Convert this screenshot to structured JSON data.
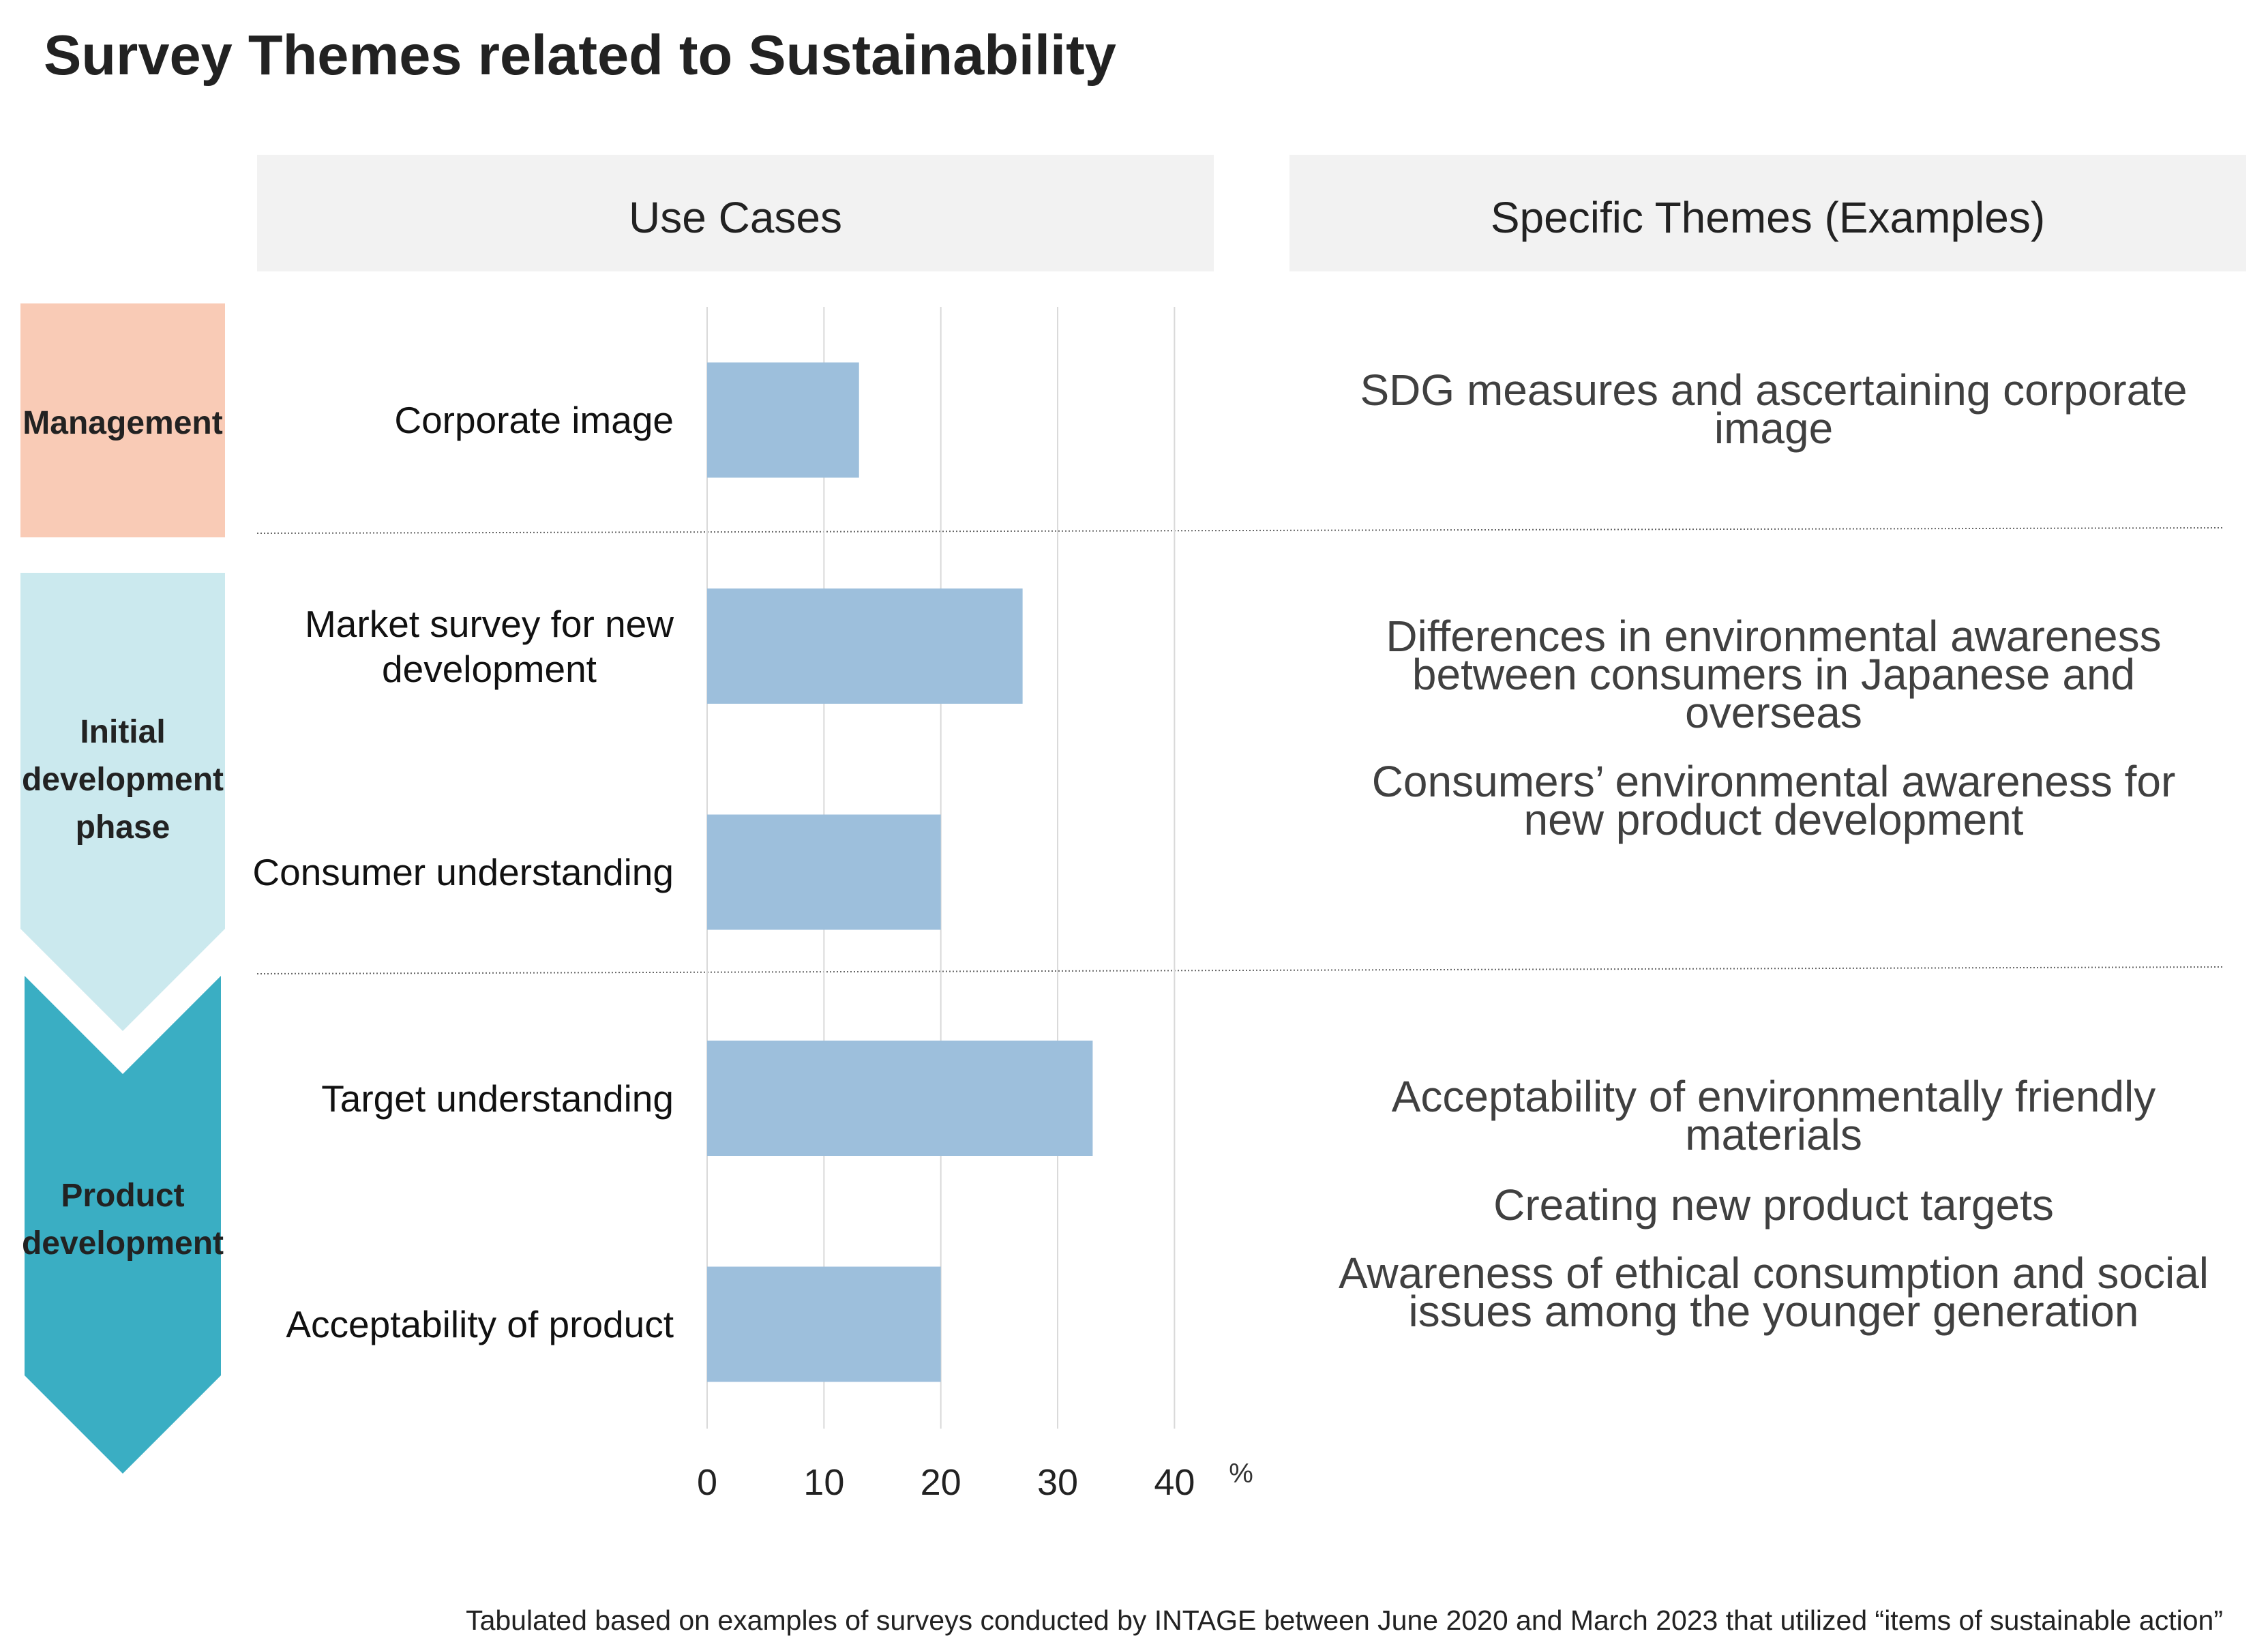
{
  "page": {
    "title": "Survey Themes related to Sustainability",
    "footnote": "Tabulated based on examples of surveys conducted by INTAGE between June 2020 and March 2023 that utilized “items of sustainable action”"
  },
  "columns": {
    "use_cases": "Use Cases",
    "themes": "Specific Themes (Examples)"
  },
  "phases": [
    {
      "label": "Management",
      "color": "#f9cbb6"
    },
    {
      "label": "Initial\ndevelopment\nphase",
      "color": "#cbe9ee"
    },
    {
      "label": "Product\ndevelopment",
      "color": "#3aaec3"
    }
  ],
  "theme_groups": [
    [
      "SDG measures and ascertaining corporate\nimage"
    ],
    [
      "Differences in environmental awareness\nbetween consumers in Japanese and\noverseas",
      "Consumers’ environmental awareness for\nnew product development"
    ],
    [
      "Acceptability of environmentally friendly\nmaterials",
      "Creating new product targets",
      "Awareness of ethical consumption and social\nissues among the younger generation"
    ]
  ],
  "chart_data": {
    "type": "bar",
    "orientation": "horizontal",
    "categories": [
      "Corporate image",
      "Market survey for new\ndevelopment",
      "Consumer understanding",
      "Target understanding",
      "Acceptability of product"
    ],
    "values": [
      13,
      27,
      20,
      33,
      20
    ],
    "xlim": [
      0,
      40
    ],
    "xticks": [
      0,
      10,
      20,
      30,
      40
    ],
    "xunit": "%",
    "grid": true,
    "bar_color": "#9dbfdc"
  },
  "colors": {
    "header_bg": "#f2f2f2",
    "gridline": "#d9d9d9",
    "separator": "#666666"
  }
}
